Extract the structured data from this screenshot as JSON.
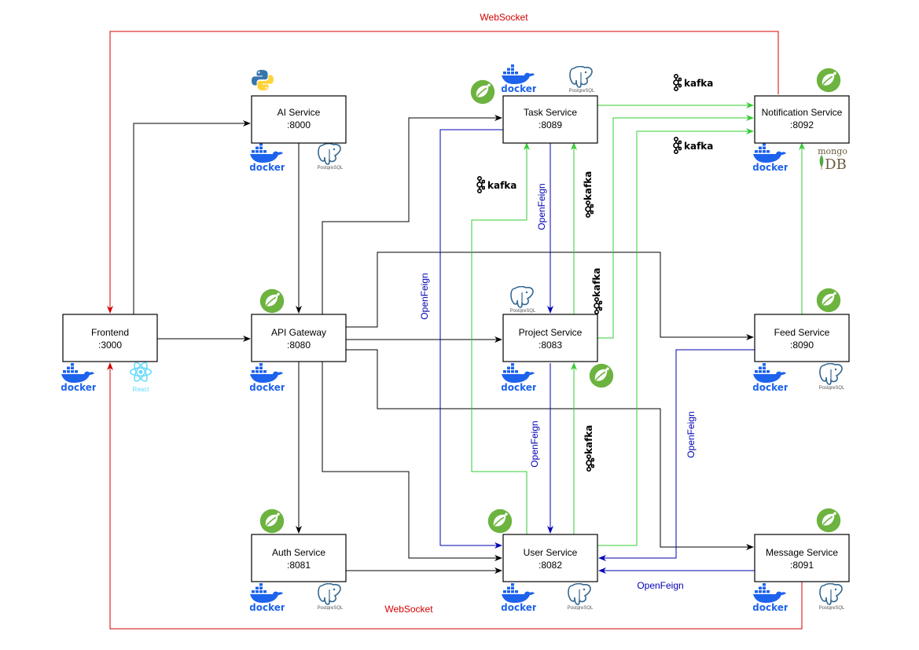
{
  "nodes": {
    "frontend": {
      "name": "Frontend",
      "port": ":3000"
    },
    "ai": {
      "name": "AI Service",
      "port": ":8000"
    },
    "gateway": {
      "name": "API Gateway",
      "port": ":8080"
    },
    "auth": {
      "name": "Auth Service",
      "port": ":8081"
    },
    "task": {
      "name": "Task Service",
      "port": ":8089"
    },
    "project": {
      "name": "Project Service",
      "port": ":8083"
    },
    "user": {
      "name": "User Service",
      "port": ":8082"
    },
    "notification": {
      "name": "Notification Service",
      "port": ":8092"
    },
    "feed": {
      "name": "Feed Service",
      "port": ":8090"
    },
    "message": {
      "name": "Message Service",
      "port": ":8091"
    }
  },
  "labels": {
    "websocket_top": "WebSocket",
    "websocket_bottom": "WebSocket",
    "openfeign_task_project": "OpenFeign",
    "openfeign_left": "OpenFeign",
    "openfeign_project_user": "OpenFeign",
    "openfeign_feed_user": "OpenFeign",
    "openfeign_message_user": "OpenFeign"
  },
  "logos": {
    "docker": "docker",
    "postgres": "PostgreSQL",
    "kafka": "kafka",
    "react": "React",
    "mongo_top": "mongo",
    "mongo_bottom": "DB"
  },
  "colors": {
    "websocket": "#d40000",
    "openfeign": "#0000b3",
    "kafka_flow": "#33cc33",
    "http": "#000000",
    "docker": "#1d63ed",
    "spring": "#6db33f",
    "postgres": "#336791",
    "react": "#61dafb",
    "python_blue": "#3776ab",
    "python_yellow": "#ffd43b"
  }
}
